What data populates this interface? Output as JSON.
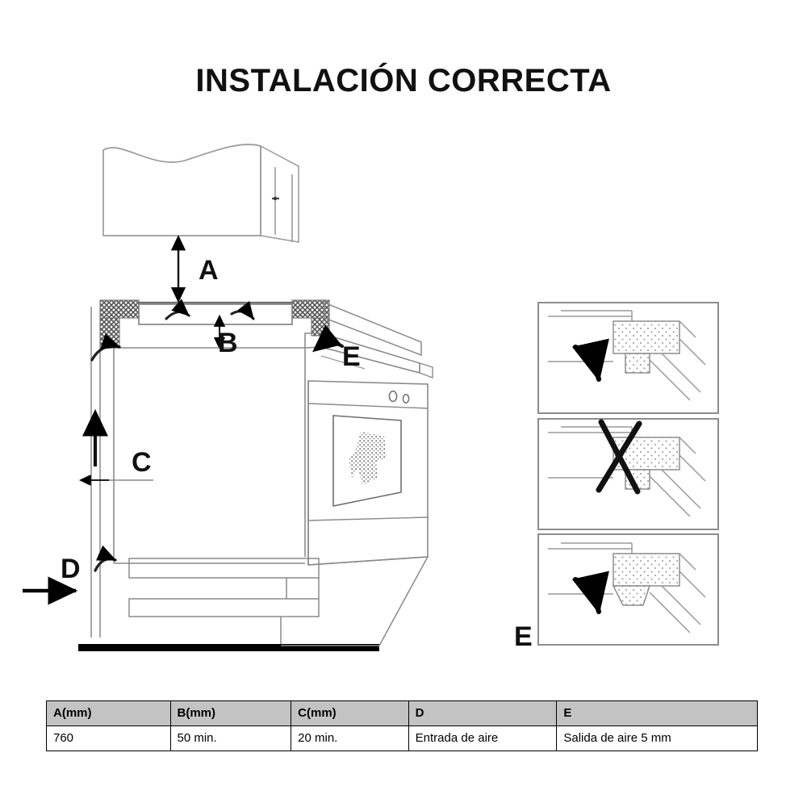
{
  "page": {
    "title": "INSTALACIÓN CORRECTA",
    "background_color": "#ffffff",
    "line_color": "#808080",
    "dark_line_color": "#000000"
  },
  "diagram": {
    "labels": {
      "a": "A",
      "b": "B",
      "c": "C",
      "d": "D",
      "e_main": "E",
      "e_panels": "E"
    },
    "elements": {
      "hood": "range-hood",
      "cooktop": "cooktop",
      "oven": "built-in-oven",
      "floor": "floor-line",
      "wall": "wall-corner"
    },
    "panels": [
      {
        "id": "panel-correct-1",
        "state": "correct"
      },
      {
        "id": "panel-incorrect",
        "state": "incorrect"
      },
      {
        "id": "panel-correct-2",
        "state": "correct"
      }
    ]
  },
  "table": {
    "headers": [
      "A(mm)",
      "B(mm)",
      "C(mm)",
      "D",
      "E"
    ],
    "rows": [
      [
        "760",
        "50 min.",
        "20 min.",
        "Entrada de aire",
        "Salida de aire 5 mm"
      ]
    ],
    "header_background": "#c3c3c3"
  }
}
